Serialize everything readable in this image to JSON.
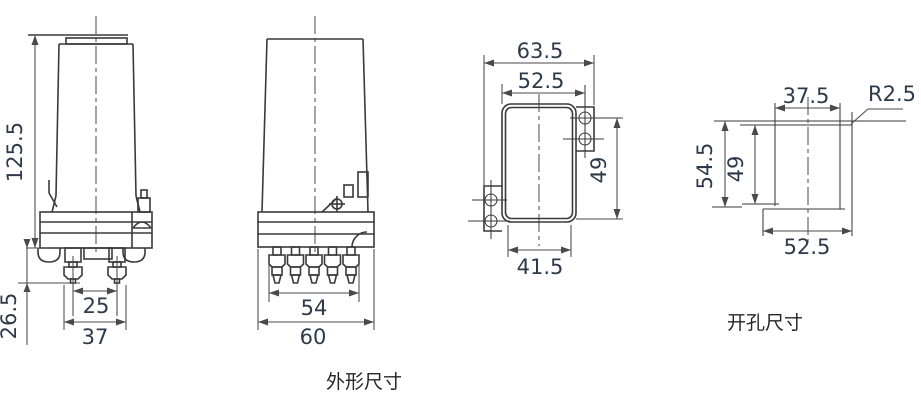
{
  "drawing": {
    "captions": {
      "outline": "外形尺寸",
      "cutout": "开孔尺寸"
    },
    "front_view": {
      "height": "125.5",
      "pin_protrusion": "26.5",
      "pin_pitch": "25",
      "mount_width": "37"
    },
    "side_view": {
      "pin_span": "54",
      "width": "60"
    },
    "rear_view": {
      "overall_width": "63.5",
      "body_width": "52.5",
      "hole_height": "49",
      "bottom_width": "41.5"
    },
    "cutout_view": {
      "top_width": "37.5",
      "corner_radius": "R2.5",
      "overall_height": "54.5",
      "inner_height": "49",
      "bottom_width": "52.5"
    },
    "colors": {
      "line": "#3a3a3c",
      "dim_text": "#2d3a49",
      "background": "#ffffff"
    }
  }
}
